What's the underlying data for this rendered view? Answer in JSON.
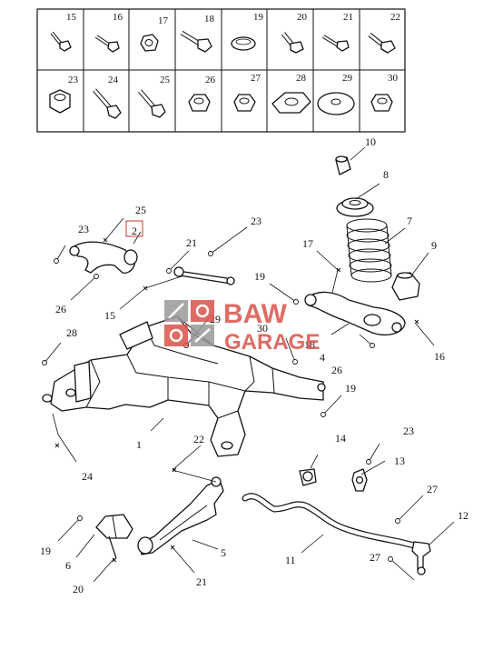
{
  "fastener_grid": {
    "row1": [
      "15",
      "16",
      "17",
      "18",
      "19",
      "20",
      "21",
      "22"
    ],
    "row2": [
      "23",
      "24",
      "25",
      "26",
      "27",
      "28",
      "29",
      "30"
    ]
  },
  "callouts": {
    "c1": "1",
    "c2": "2",
    "c4": "4",
    "c5": "5",
    "c6": "6",
    "c7": "7",
    "c8": "8",
    "c9": "9",
    "c10": "10",
    "c11": "11",
    "c12": "12",
    "c13": "13",
    "c14": "14",
    "c15": "15",
    "c16": "16",
    "c17": "17",
    "c18": "18",
    "c19a": "19",
    "c19b": "19",
    "c19c": "19",
    "c20": "20",
    "c21a": "21",
    "c21b": "21",
    "c22": "22",
    "c23a": "23",
    "c23b": "23",
    "c23c": "23",
    "c24": "24",
    "c25": "25",
    "c26a": "26",
    "c26b": "26",
    "c27a": "27",
    "c27b": "27",
    "c28": "28",
    "c29": "29",
    "c30": "30"
  },
  "watermark": {
    "line1": "BAW",
    "line2": "GARAGE"
  },
  "colors": {
    "watermark_red": "#d9534a",
    "watermark_gray": "#9a9a9a",
    "line": "#111111",
    "highlight_box": "#c0392b"
  }
}
